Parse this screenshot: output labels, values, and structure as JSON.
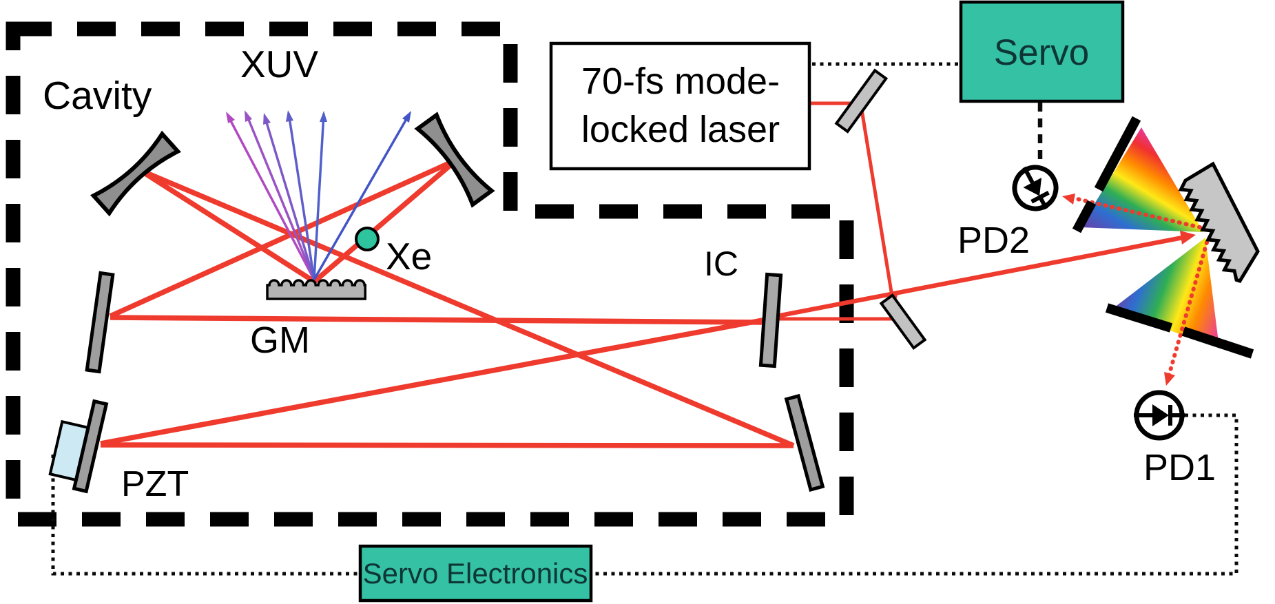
{
  "figure": {
    "labels": {
      "cavity": "Cavity",
      "xuv": "XUV",
      "xe": "Xe",
      "gm": "GM",
      "ic": "IC",
      "pzt": "PZT",
      "pd2": "PD2",
      "pd1": "PD1"
    },
    "boxes": {
      "laser": {
        "line1": "70-fs mode-",
        "line2": "locked laser"
      },
      "servo": {
        "label": "Servo"
      },
      "servo_electronics": {
        "label": "Servo Electronics"
      }
    },
    "colors": {
      "beam_red": "#EF3A2E",
      "box_teal": "#35C1A4",
      "xe_teal": "#2EC49E",
      "piezo_blue": "#CDEAF4",
      "mirror_gray": "#9E9E9E",
      "grating_gray": "#C6C6C6",
      "xuv_arrow_purple": "#A450C2",
      "xuv_arrow_blue": "#4254C6",
      "spectrum": [
        "#E9399F",
        "#F03030",
        "#FF8A00",
        "#FFE818",
        "#2FAE54",
        "#2E6FD1",
        "#6A3FA8"
      ]
    }
  }
}
